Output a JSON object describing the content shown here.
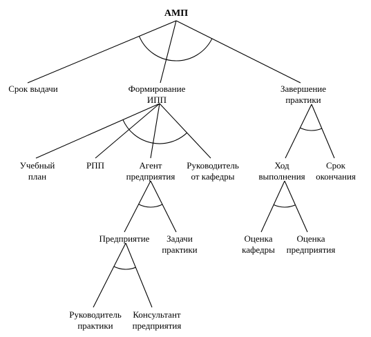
{
  "nodes": {
    "amp": [
      "АМП"
    ],
    "srok_vydachi": [
      "Срок выдачи"
    ],
    "formirovanie": [
      "Формирование",
      "ИПП"
    ],
    "zavershenie": [
      "Завершение",
      "практики"
    ],
    "uchebny_plan": [
      "Учебный",
      "план"
    ],
    "rpp": [
      "РПП"
    ],
    "agent": [
      "Агент",
      "предприятия"
    ],
    "rukovoditel_kafedry": [
      "Руководитель",
      "от кафедры"
    ],
    "hod": [
      "Ход",
      "выполнения"
    ],
    "srok_okonchaniya": [
      "Срок",
      "окончания"
    ],
    "predpriyatie": [
      "Предприятие"
    ],
    "zadachi": [
      "Задачи",
      "практики"
    ],
    "ocenka_kafedry": [
      "Оценка",
      "кафедры"
    ],
    "ocenka_predpriyatiya": [
      "Оценка",
      "предприятия"
    ],
    "rukovoditel_praktiki": [
      "Руководитель",
      "практики"
    ],
    "konsultant": [
      "Консультант",
      "предприятия"
    ]
  },
  "edges": [
    [
      "amp",
      "srok_vydachi"
    ],
    [
      "amp",
      "formirovanie"
    ],
    [
      "amp",
      "zavershenie"
    ],
    [
      "formirovanie",
      "uchebny_plan"
    ],
    [
      "formirovanie",
      "rpp"
    ],
    [
      "formirovanie",
      "agent"
    ],
    [
      "formirovanie",
      "rukovoditel_kafedry"
    ],
    [
      "zavershenie",
      "hod"
    ],
    [
      "zavershenie",
      "srok_okonchaniya"
    ],
    [
      "agent",
      "predpriyatie"
    ],
    [
      "agent",
      "zadachi"
    ],
    [
      "hod",
      "ocenka_kafedry"
    ],
    [
      "hod",
      "ocenka_predpriyatiya"
    ],
    [
      "predpriyatie",
      "rukovoditel_praktiki"
    ],
    [
      "predpriyatie",
      "konsultant"
    ]
  ],
  "and_arcs": [
    "amp",
    "formirovanie",
    "zavershenie",
    "agent",
    "hod",
    "predpriyatie"
  ]
}
